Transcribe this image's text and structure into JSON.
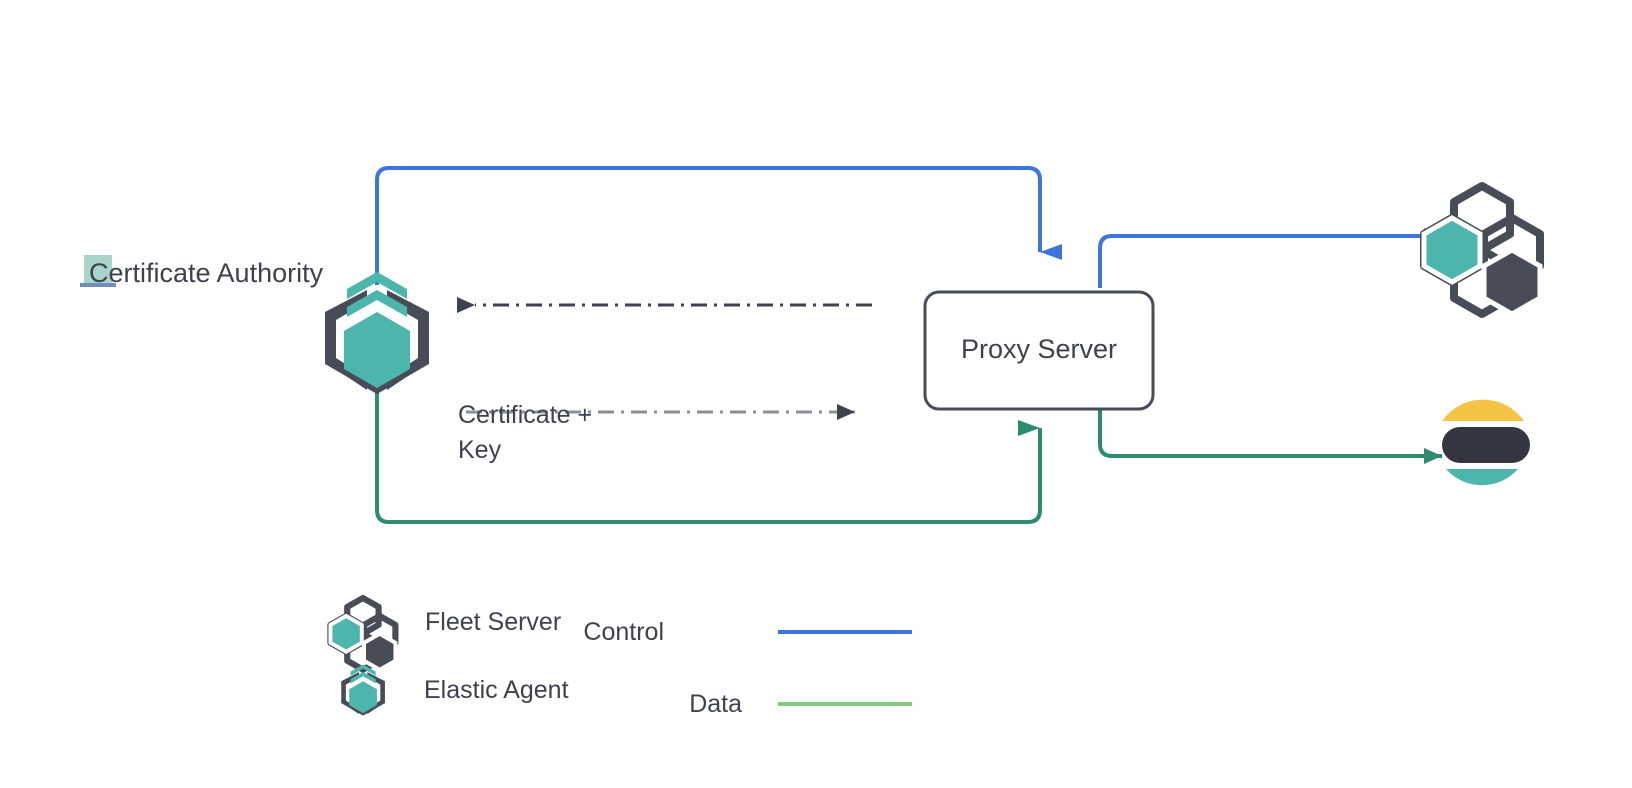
{
  "diagram": {
    "title_text": "Certificate Authority",
    "nodes": [
      {
        "id": "certificate-authority",
        "label": "Certificate Authority",
        "icon": "elastic-agent-icon",
        "highlight_first_char": "C"
      },
      {
        "id": "proxy-server",
        "label": "Proxy Server",
        "shape": "rounded-rect"
      },
      {
        "id": "fleet-server",
        "label": "",
        "icon": "fleet-server-icon"
      },
      {
        "id": "elasticsearch",
        "label": "",
        "icon": "elasticsearch-icon"
      }
    ],
    "edges": [
      {
        "id": "agent-to-proxy-control",
        "label": "",
        "kind": "control",
        "color": "#3d74de"
      },
      {
        "id": "proxy-to-fleet-control",
        "label": "",
        "kind": "control",
        "color": "#3d74de"
      },
      {
        "id": "agent-to-proxy-data",
        "label": "",
        "kind": "data",
        "color": "#2e8b6f"
      },
      {
        "id": "proxy-to-elasticsearch-data",
        "label": "",
        "kind": "data",
        "color": "#2e8b6f"
      },
      {
        "id": "proxy-to-ca-request",
        "label": "",
        "kind": "dashdot",
        "color": "#3d424d"
      },
      {
        "id": "ca-to-proxy-certificate",
        "label": "Certificate +",
        "label_line2": "Key",
        "kind": "dashdot",
        "color": "#8b8f99"
      }
    ],
    "edge_label_certificate": {
      "line1": "Certificate +",
      "line2": "Key"
    },
    "legend": {
      "icons": [
        {
          "id": "legend-fleet-server",
          "label": "Fleet Server",
          "icon": "fleet-server-icon"
        },
        {
          "id": "legend-elastic-agent",
          "label": "Elastic Agent",
          "icon": "elastic-agent-icon"
        }
      ],
      "lines": [
        {
          "id": "legend-control",
          "label": "Control",
          "color": "#3d74de"
        },
        {
          "id": "legend-data",
          "label": "Data",
          "color": "#83c97f"
        }
      ]
    },
    "colors": {
      "control_blue": "#3d74de",
      "data_green": "#2e8b6f",
      "legend_data_green": "#83c97f",
      "teal": "#4db6ac",
      "dark_slate": "#474c56",
      "text": "#3d424d",
      "dashdot_gray": "#8b8f99",
      "dashdot_dark": "#3d424d",
      "highlight_teal": "#a9d4cc",
      "elastic_yellow": "#f5c445",
      "elastic_dark": "#343741",
      "elastic_teal": "#4db6ac",
      "background": "#ffffff"
    }
  }
}
